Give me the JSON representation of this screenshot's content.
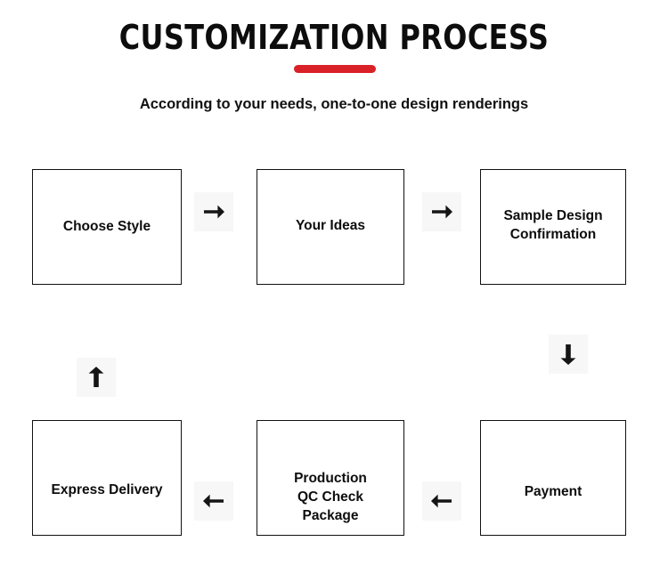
{
  "header": {
    "title": "CUSTOMIZATION PROCESS",
    "accent_color": "#da2128",
    "subtitle": "According to your needs, one-to-one design renderings"
  },
  "flow": {
    "nodes": [
      {
        "id": "choose-style",
        "label": "Choose Style"
      },
      {
        "id": "your-ideas",
        "label": "Your Ideas"
      },
      {
        "id": "sample-design",
        "label": "Sample Design\nConfirmation"
      },
      {
        "id": "payment",
        "label": "Payment"
      },
      {
        "id": "production",
        "label": "Production\nQC Check\nPackage"
      },
      {
        "id": "express-delivery",
        "label": "Express Delivery"
      }
    ],
    "connectors": [
      {
        "id": "style-to-ideas",
        "icon": "arrow-right-icon",
        "direction": "right"
      },
      {
        "id": "ideas-to-sample",
        "icon": "arrow-right-icon",
        "direction": "right"
      },
      {
        "id": "sample-to-payment",
        "icon": "arrow-down-icon",
        "direction": "down"
      },
      {
        "id": "payment-to-production",
        "icon": "arrow-left-icon",
        "direction": "left"
      },
      {
        "id": "production-to-delivery",
        "icon": "arrow-left-icon",
        "direction": "left"
      },
      {
        "id": "delivery-up",
        "icon": "arrow-up-icon",
        "direction": "up"
      }
    ],
    "box_border_color": "#111111",
    "text_color": "#0d0d0d"
  }
}
